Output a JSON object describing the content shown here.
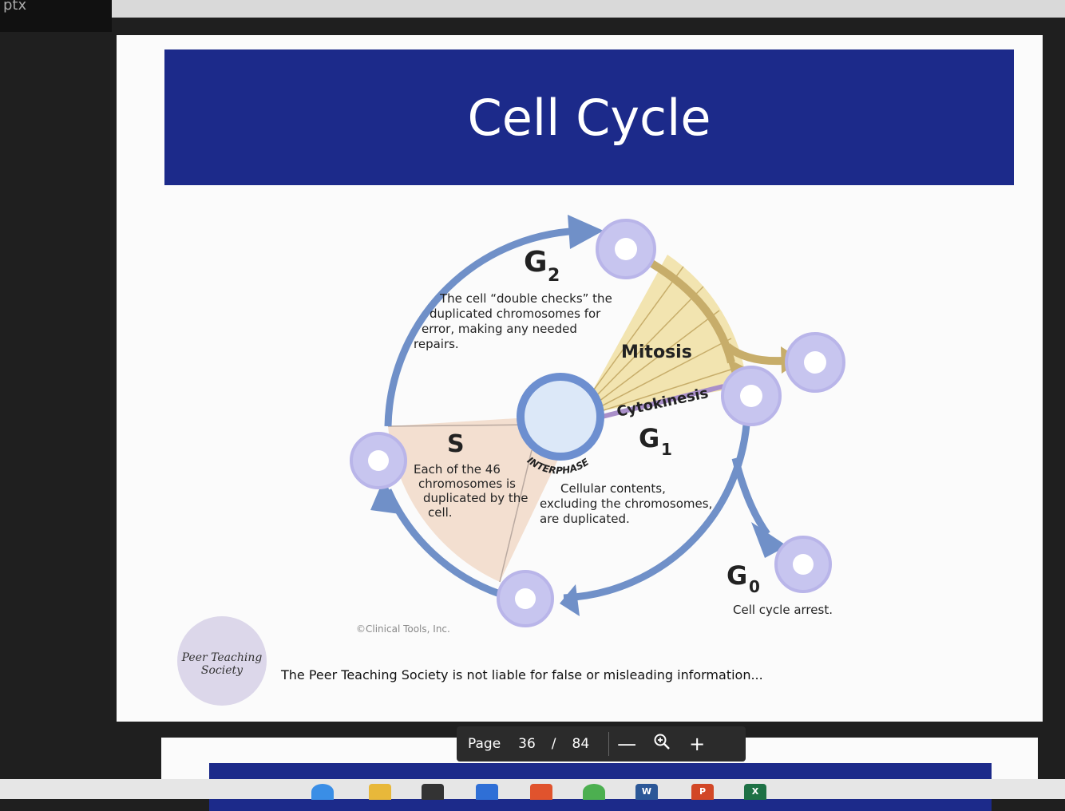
{
  "window": {
    "tab_fragment": "ptx"
  },
  "slide": {
    "title": "Cell Cycle",
    "disclaimer": "The Peer Teaching Society is not liable for false or misleading information...",
    "logo_text": "Peer Teaching Society"
  },
  "diagram": {
    "g2_label": "G",
    "g2_sub": "2",
    "g2_desc": [
      "The cell “double checks” the",
      "duplicated chromosomes for",
      "error, making any needed",
      "repairs."
    ],
    "mitosis_label": "Mitosis",
    "cytokinesis_label": "Cytokinesis",
    "g1_label": "G",
    "g1_sub": "1",
    "g1_desc": [
      "Cellular contents,",
      "excluding the chromosomes,",
      "are duplicated."
    ],
    "s_label": "S",
    "s_desc": [
      "Each of the 46",
      "chromosomes is",
      "duplicated by the",
      "cell."
    ],
    "interphase_label": "INTERPHASE",
    "g0_label": "G",
    "g0_sub": "0",
    "g0_desc": "Cell cycle arrest.",
    "copyright": "©Clinical Tools, Inc.",
    "colors": {
      "cycle_ring": "#7090c8",
      "mitosis_arrow": "#c7ad6a",
      "s_sector": "#f3dfd0",
      "mitosis_sector": "#f2e4b0",
      "cell": "#c7c5ef",
      "interphase_ring": "#6d8fd0"
    }
  },
  "toolbar": {
    "page_label": "Page",
    "current_page": "36",
    "separator": "/",
    "total_pages": "84",
    "zoom_out": "—",
    "zoom_in": "+"
  },
  "taskbar": {
    "word_letter": "W",
    "powerpoint_letter": "P",
    "excel_letter": "X"
  }
}
